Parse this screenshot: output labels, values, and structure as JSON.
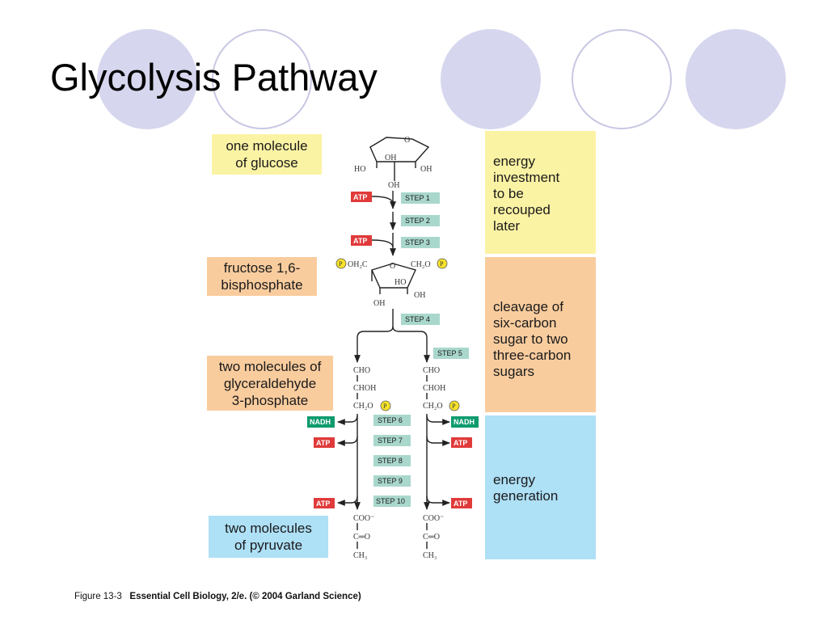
{
  "title": "Glycolysis Pathway",
  "colors": {
    "atp_red": "#e03a3a",
    "nadh_green": "#0e9b6e",
    "step_teal": "#a9d7cc",
    "investment_yellow": "#fbf3a4",
    "cleavage_orange": "#f9cc9e",
    "generation_blue": "#aee0f6",
    "phosphate_yellow": "#f6e22b"
  },
  "labels": {
    "glucose": [
      "one molecule",
      "of glucose"
    ],
    "fructose": [
      "fructose 1,6-",
      "bisphosphate"
    ],
    "g3p": [
      "two molecules of",
      "glyceraldehyde",
      "3-phosphate"
    ],
    "pyruvate": [
      "two molecules",
      "of pyruvate"
    ]
  },
  "panels": {
    "investment": [
      "energy",
      "investment",
      "to be",
      "recouped",
      "later"
    ],
    "cleavage": [
      "cleavage of",
      "six-carbon",
      "sugar to two",
      "three-carbon",
      "sugars"
    ],
    "generation": [
      "energy",
      "generation"
    ]
  },
  "steps": [
    "STEP 1",
    "STEP 2",
    "STEP 3",
    "STEP 4",
    "STEP 5",
    "STEP 6",
    "STEP 7",
    "STEP 8",
    "STEP 9",
    "STEP 10"
  ],
  "tags": {
    "atp": "ATP",
    "nadh": "NADH",
    "phosphate": "P"
  },
  "chem": {
    "glucose": {
      "ring_o": "O",
      "oh_top": "OH",
      "ho_left": "HO",
      "oh_right": "OH",
      "oh_bottom": "OH"
    },
    "fructose": {
      "left_group": "OH₂C",
      "right_group": "CH₂O",
      "ring_o": "O",
      "ho": "HO",
      "oh_right": "OH",
      "oh_bottom": "OH"
    },
    "g3p": [
      "CHO",
      "CHOH",
      "CH₂O"
    ],
    "pyruvate": [
      "COO⁻",
      "C═O",
      "CH₃"
    ]
  },
  "caption": {
    "figure": "Figure 13-3",
    "source": "Essential Cell Biology, 2/e. (© 2004 Garland Science)"
  }
}
